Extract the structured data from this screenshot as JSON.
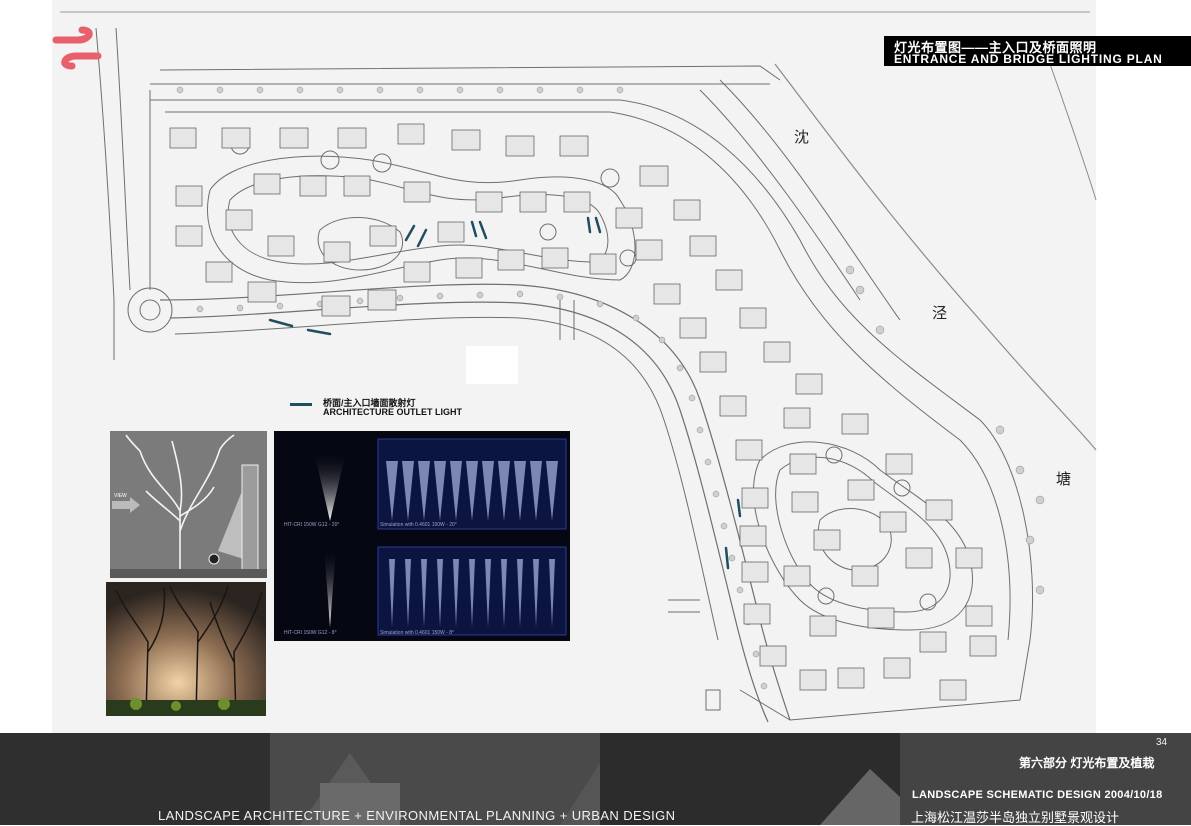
{
  "title": {
    "cn": "灯光布置图——主入口及桥面照明",
    "en": "ENTRANCE AND BRIDGE LIGHTING PLAN"
  },
  "legend": {
    "cn": "桥面/主入口墙面散射灯",
    "en": "ARCHITECTURE OUTLET LIGHT",
    "line_color": "#1f4e5f"
  },
  "map_labels": [
    "沈",
    "泾",
    "塘"
  ],
  "illustration": {
    "view_label": "VIEW"
  },
  "simulations": [
    {
      "fixture": "HIT-CRI 150W G12 - 20°",
      "caption": "Simulation with 0.4601  150W - 20°"
    },
    {
      "fixture": "HIT-CRI 150W G12 - 8°",
      "caption": "Simulation with 0.4601  150W - 8°"
    }
  ],
  "footer": {
    "page_number": "34",
    "section_cn": "第六部分  灯光布置及植栽",
    "tagline": "LANDSCAPE ARCHITECTURE + ENVIRONMENTAL PLANNING + URBAN DESIGN",
    "design_en": "LANDSCAPE SCHEMATIC DESIGN 2004/10/18",
    "project_cn": "上海松江温莎半岛独立别墅景观设计"
  },
  "colors": {
    "logo": "#e8606a",
    "title_bg": "#000000",
    "footer_bg": "#3b3b3b",
    "plan_lines": "#6f6f6f"
  }
}
